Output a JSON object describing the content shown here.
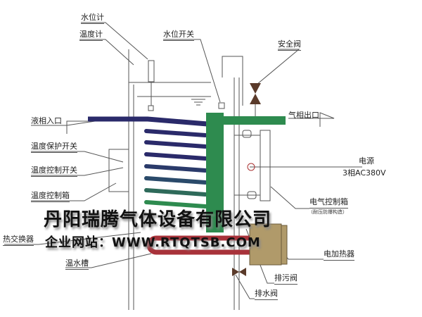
{
  "labels": {
    "water_level_gauge": "水位计",
    "thermometer": "温度计",
    "water_level_switch": "水位开关",
    "safety_valve": "安全阀",
    "liquid_inlet": "液相入口",
    "gas_outlet": "气相出口",
    "temp_protection_switch": "温度保护开关",
    "temp_control_switch": "温度控制开关",
    "temp_control_box": "温度控制箱",
    "power": "电源",
    "power_spec": "3相AC380V",
    "electric_control_box": "电气控制箱",
    "control_box_note": "（耐压防爆构造）",
    "heat_exchanger": "热交换器",
    "warm_water_tank": "温水槽",
    "electric_heater": "电加热器",
    "blowdown_valve": "排污阀",
    "drain_valve": "排水阀"
  },
  "watermark": {
    "company": "丹阳瑞腾气体设备有限公司",
    "website": "企业网站：WWW.RTQTSB.COM"
  },
  "colors": {
    "liquid": "#2a2a6a",
    "gas": "#2e8b4f",
    "heater": "#a8323a",
    "heater_box": "#b09a6a"
  }
}
